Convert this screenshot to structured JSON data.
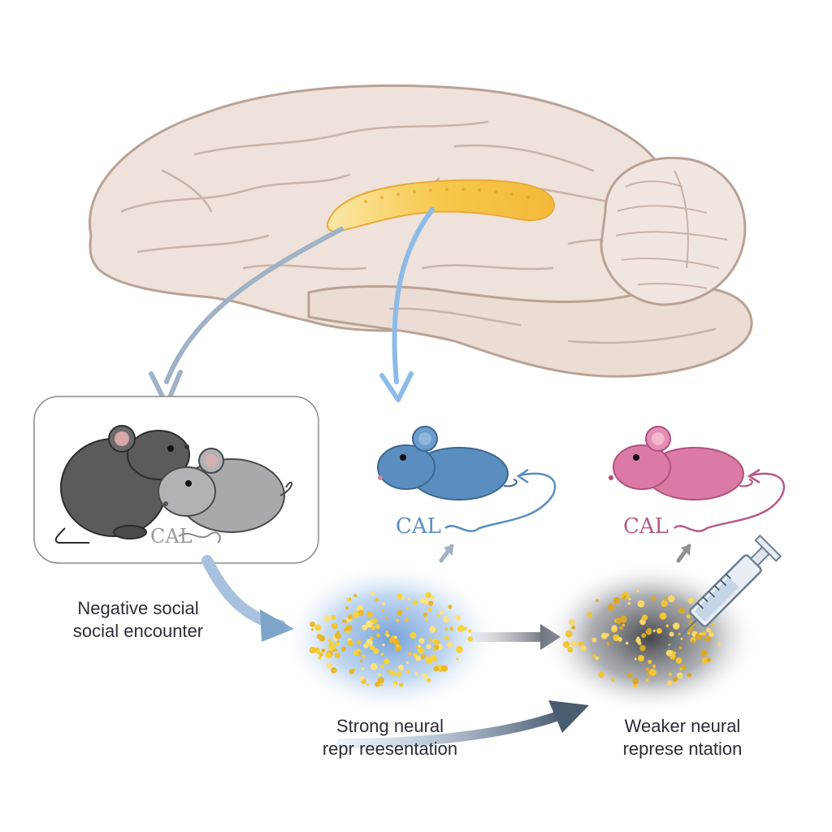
{
  "labels": {
    "negative_line1": "Negative social",
    "negative_line2": "social encounter",
    "strong_line1": "Strong neural",
    "strong_line2": "repr reesentation",
    "weak_line1": "Weaker neural",
    "weak_line2": "represe ntation"
  },
  "region_labels": {
    "blue_mouse": "CAL",
    "pink_mouse": "CAL",
    "encounter": "CAL"
  },
  "colors": {
    "brain": "#eee2da",
    "brain_outline": "#bfa89c",
    "hippocampus": "#f6cf5e",
    "blue_mouse": "#5a8ec0",
    "pink_mouse": "#dc7aa6",
    "dark_mouse": "#5a5a5a",
    "grey_mouse": "#a8a8ac",
    "neuron_dots": "#f2c531",
    "strong_glow": "#6aa0dc",
    "weak_glow": "#4b4e57",
    "arrow": "#8fa6bf"
  },
  "icons": [
    "brain-illustration",
    "hippocampus-region",
    "mouse-icon",
    "syringe-icon",
    "arrow-icon"
  ]
}
